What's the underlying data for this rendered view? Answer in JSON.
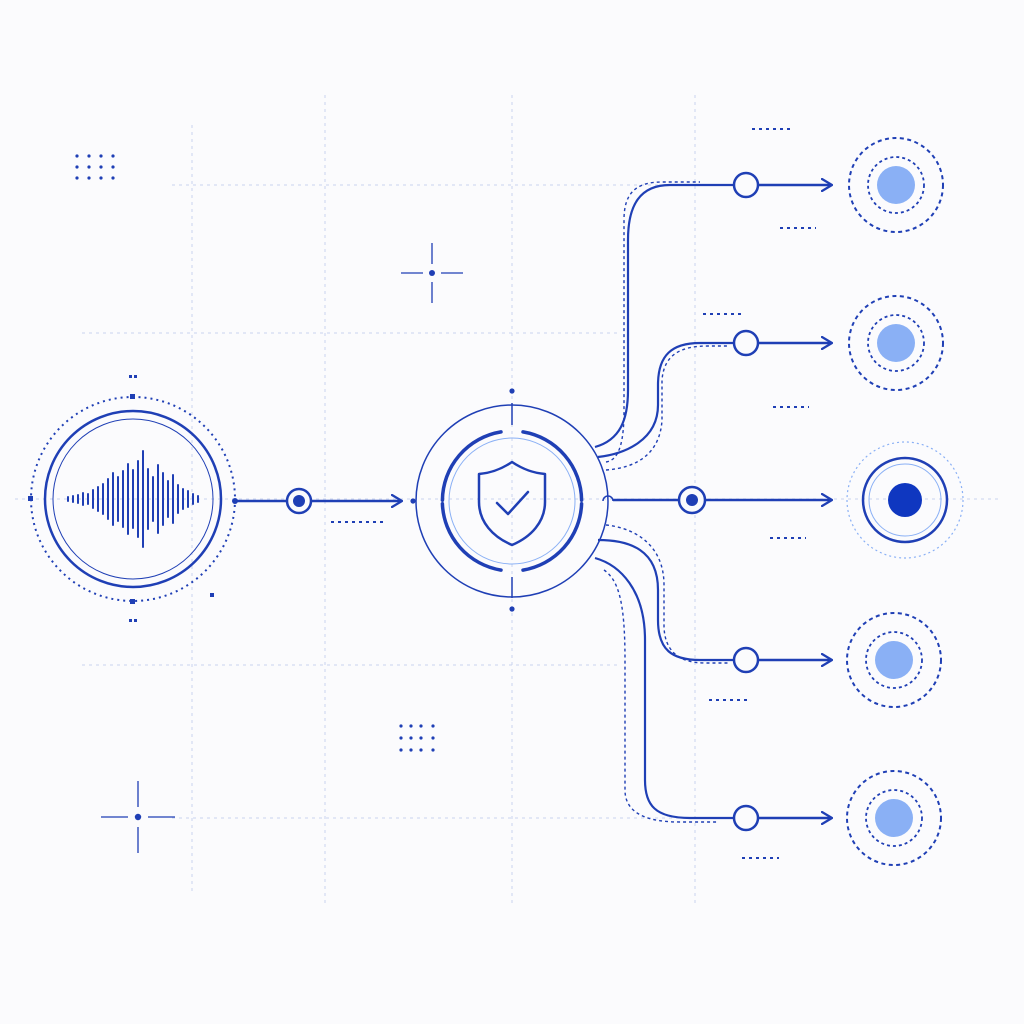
{
  "colors": {
    "primary": "#1f3fb5",
    "dark_fill": "#0f37c0",
    "light_fill": "#8ab0f5",
    "grid": "#c9d3ee",
    "background": "#fbfbfd"
  },
  "nodes": {
    "source": {
      "icon": "audio-waveform-icon"
    },
    "hub": {
      "icon": "shield-check-icon"
    },
    "outputs": [
      {
        "id": "output-1",
        "state": "inactive"
      },
      {
        "id": "output-2",
        "state": "inactive"
      },
      {
        "id": "output-3",
        "state": "active"
      },
      {
        "id": "output-4",
        "state": "inactive"
      },
      {
        "id": "output-5",
        "state": "inactive"
      }
    ]
  }
}
